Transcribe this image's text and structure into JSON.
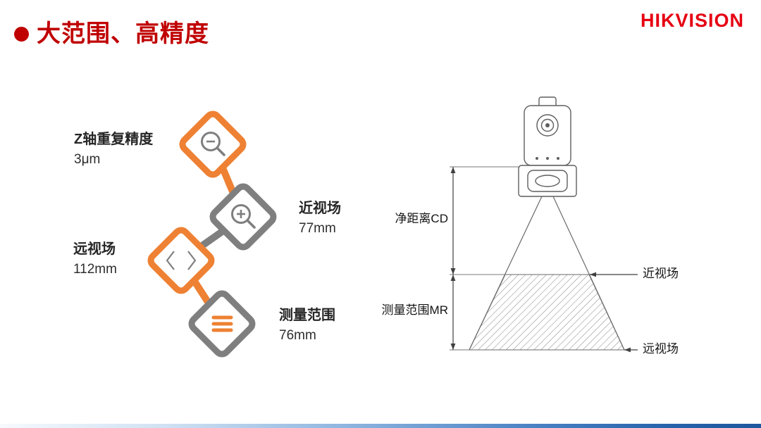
{
  "header": {
    "title": "大范围、高精度",
    "logo": "HIKVISION"
  },
  "specs": [
    {
      "label": "Z轴重复精度",
      "value": "3μm",
      "icon": "magnifier-minus-icon",
      "accent_color": "#ee8133"
    },
    {
      "label": "近视场",
      "value": "77mm",
      "icon": "magnifier-plus-icon",
      "accent_color": "#7f7f7f"
    },
    {
      "label": "远视场",
      "value": "112mm",
      "icon": "angle-brackets-icon",
      "accent_color": "#ee8133"
    },
    {
      "label": "测量范围",
      "value": "76mm",
      "icon": "list-lines-icon",
      "accent_color": "#7f7f7f"
    }
  ],
  "measurement_diagram": {
    "clear_distance_label": "净距离CD",
    "measuring_range_label": "测量范围MR",
    "near_field_label": "近视场",
    "far_field_label": "远视场",
    "device": "3d-camera-line-drawing"
  },
  "colors": {
    "title_red": "#c00000",
    "logo_red": "#e60012",
    "orange": "#ee8133",
    "gray": "#7f7f7f"
  }
}
